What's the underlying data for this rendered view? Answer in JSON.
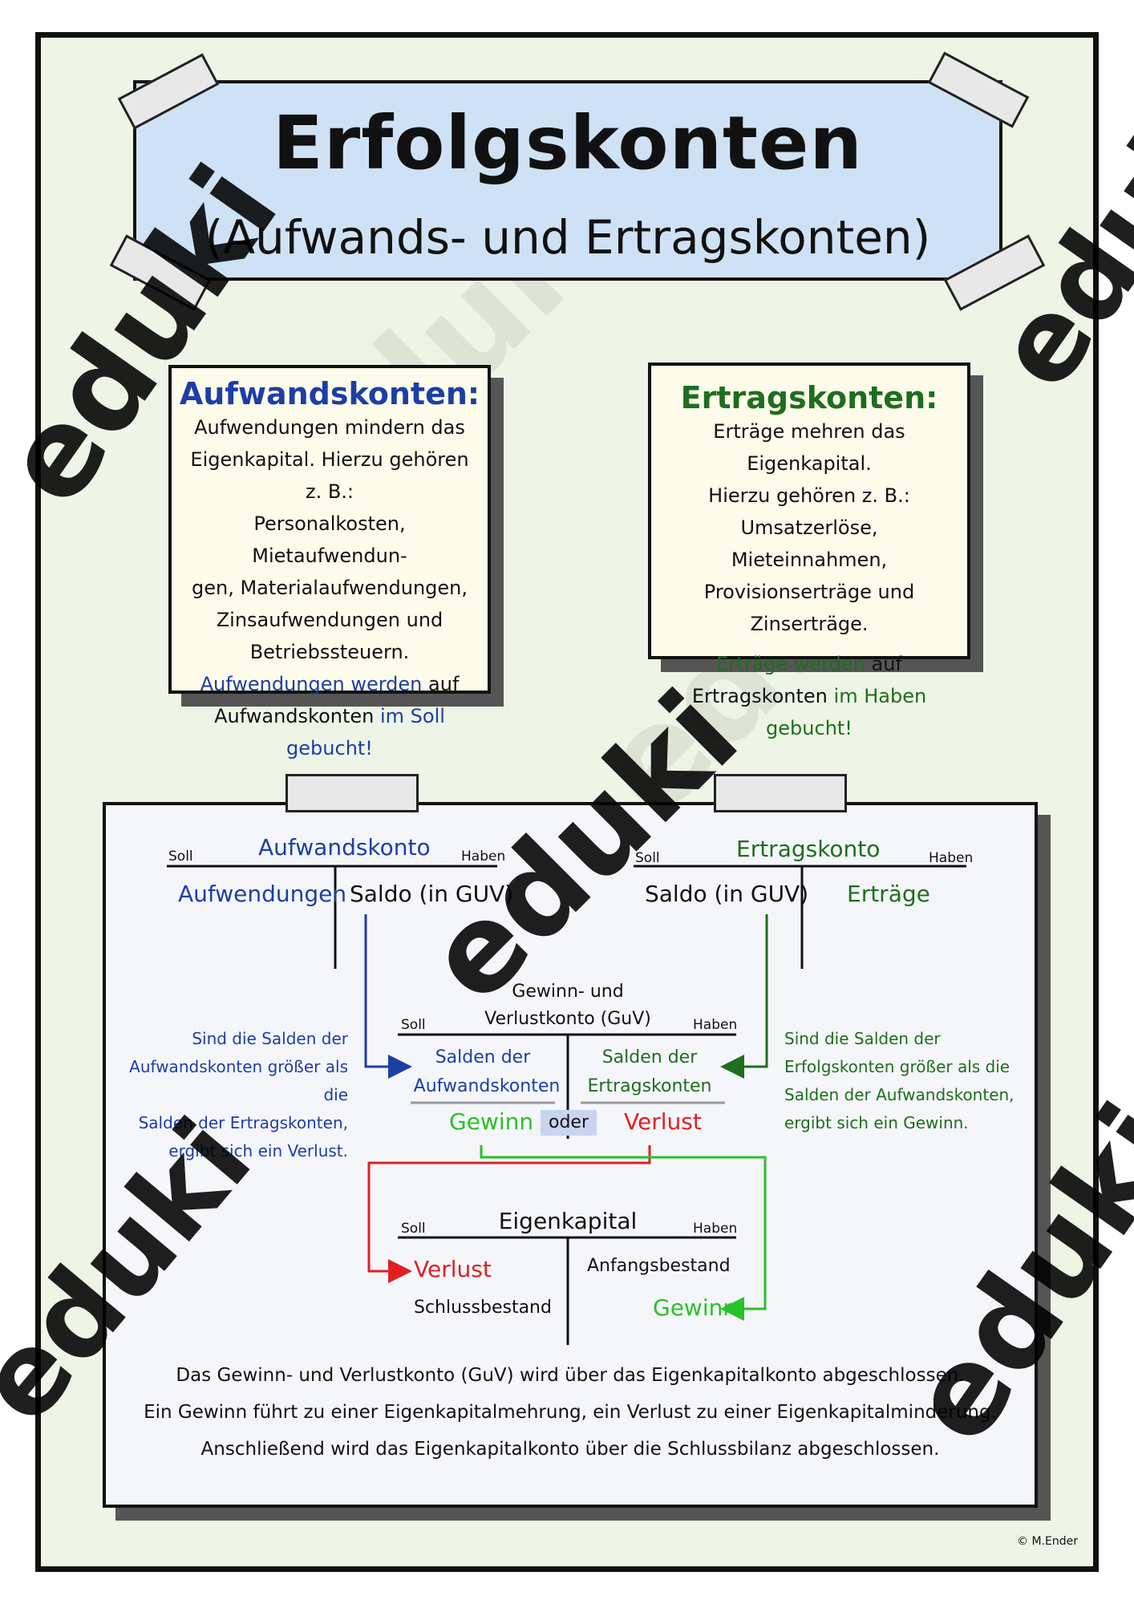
{
  "title": {
    "main": "Erfolgskonten",
    "sub": "(Aufwands- und Ertragskonten)"
  },
  "expense_card": {
    "heading": "Aufwandskonten:",
    "lines": [
      "Aufwendungen mindern das",
      "Eigenkapital. Hierzu gehören z. B.:",
      "Personalkosten, Mietaufwendun-",
      "gen, Materialaufwendungen,",
      "Zinsaufwendungen und",
      "Betriebssteuern."
    ],
    "rule_highlight_1": "Aufwendungen werden",
    "rule_plain_1": "auf",
    "rule_plain_2": "Aufwandskonten",
    "rule_highlight_2": "im Soll gebucht!"
  },
  "revenue_card": {
    "heading": "Ertragskonten:",
    "lines": [
      "Erträge mehren das Eigenkapital.",
      "Hierzu gehören z. B.:",
      "Umsatzerlöse, Mieteinnahmen,",
      "Provisionserträge und",
      "Zinserträge."
    ],
    "rule_highlight_1": "Erträge werden",
    "rule_plain_1": "auf",
    "rule_plain_2": "Ertragskonten",
    "rule_highlight_2": "im Haben gebucht!"
  },
  "expense_account": {
    "title": "Aufwandskonto",
    "soll": "Soll",
    "haben": "Haben",
    "left": "Aufwendungen",
    "right": "Saldo (in GUV)"
  },
  "revenue_account": {
    "title": "Ertragskonto",
    "soll": "Soll",
    "haben": "Haben",
    "left": "Saldo (in GUV)",
    "right": "Erträge"
  },
  "guv_account": {
    "title_line1": "Gewinn- und",
    "title_line2": "Verlustkonto (GuV)",
    "soll": "Soll",
    "haben": "Haben",
    "left_line1": "Salden der",
    "left_line2": "Aufwandskonten",
    "right_line1": "Salden der",
    "right_line2": "Ertragskonten",
    "gewinn": "Gewinn",
    "oder": "oder",
    "verlust": "Verlust"
  },
  "equity_account": {
    "title": "Eigenkapital",
    "soll": "Soll",
    "haben": "Haben",
    "verlust": "Verlust",
    "schlussbestand": "Schlussbestand",
    "anfangsbestand": "Anfangsbestand",
    "gewinn": "Gewinn"
  },
  "note_left": [
    "Sind die Salden der",
    "Aufwandskonten größer als die",
    "Salden der Ertragskonten,",
    "ergibt sich ein Verlust."
  ],
  "note_right": [
    "Sind die Salden der",
    "Erfolgskonten größer als die",
    "Salden der Aufwandskonten,",
    "ergibt sich ein Gewinn."
  ],
  "bottom_text": [
    "Das Gewinn- und Verlustkonto (GuV) wird über das Eigenkapitalkonto abgeschlossen.",
    "Ein Gewinn führt zu einer Eigenkapitalmehrung, ein Verlust zu einer Eigenkapitalminderung.",
    "Anschließend wird das Eigenkapitalkonto über die Schlussbilanz abgeschlossen."
  ],
  "copyright": "© M.Ender",
  "watermark": "eduki",
  "colors": {
    "expense": "#1d3ea6",
    "revenue": "#1e6e1e",
    "loss": "#e02020",
    "profit": "#28c228",
    "banner": "#cfe2f5",
    "page": "#eef5e6"
  }
}
